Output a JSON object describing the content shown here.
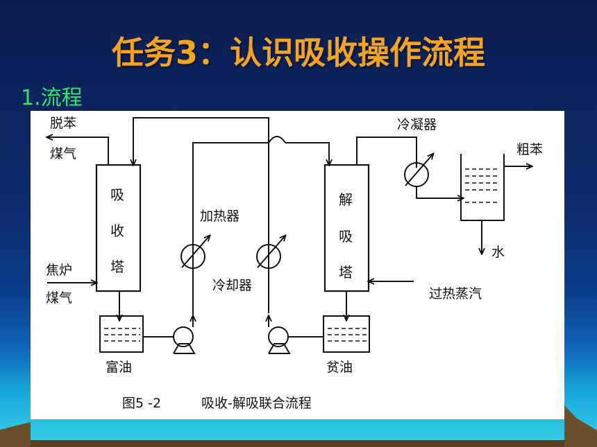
{
  "slide": {
    "title": "任务3：认识吸收操作流程",
    "subtitle": "1.流程"
  },
  "diagram": {
    "absorber": {
      "chars": [
        "吸",
        "收",
        "塔"
      ]
    },
    "stripper": {
      "chars": [
        "解",
        "吸",
        "塔"
      ]
    },
    "labels": {
      "debenzolized_gas_1": "脱苯",
      "debenzolized_gas_2": "煤气",
      "coke_gas_1": "焦炉",
      "coke_gas_2": "煤气",
      "heater": "加热器",
      "cooler": "冷却器",
      "condenser": "冷凝器",
      "crude_benzene": "粗苯",
      "water": "水",
      "superheated_steam": "过热蒸汽",
      "rich_oil": "富油",
      "lean_oil": "贫油"
    },
    "caption": {
      "figure_no": "图5 -2",
      "text": "吸收-解吸联合流程"
    }
  },
  "colors": {
    "background_top": "#0b1d4e",
    "background_bottom": "#39d2ea",
    "title": "#f6a41c",
    "subtitle": "#2fe66c"
  }
}
